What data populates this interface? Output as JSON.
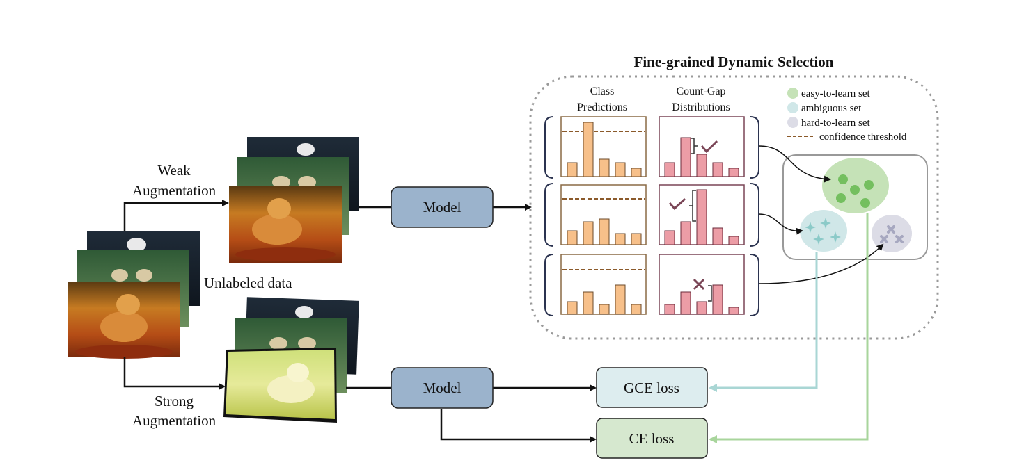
{
  "title": "Fine-grained Dynamic Selection",
  "labels": {
    "weak_line1": "Weak",
    "weak_line2": "Augmentation",
    "strong_line1": "Strong",
    "strong_line2": "Augmentation",
    "unlabeled": "Unlabeled data"
  },
  "model_label": "Model",
  "columns": {
    "class_line1": "Class",
    "class_line2": "Predictions",
    "gap_line1": "Count-Gap",
    "gap_line2": "Distributions"
  },
  "legend": {
    "easy": "easy-to-learn set",
    "ambiguous": "ambiguous set",
    "hard": "hard-to-learn set",
    "threshold": "confidence threshold"
  },
  "losses": {
    "gce": "GCE loss",
    "ce": "CE loss"
  },
  "colors": {
    "model_fill": "#9bb3cc",
    "class_bar": "#f7c08a",
    "gap_bar": "#ec9da6",
    "easy": "#c5e2b7",
    "ambiguous": "#d0e7e8",
    "hard": "#dcdce6",
    "gce_fill": "#ddedef",
    "ce_fill": "#d6e8cf",
    "threshold": "#8b5a2b",
    "check": "#7a4556"
  },
  "icons": [
    "check-icon",
    "check-icon",
    "cross-icon",
    "sparkle-icon",
    "cross-icon"
  ]
}
